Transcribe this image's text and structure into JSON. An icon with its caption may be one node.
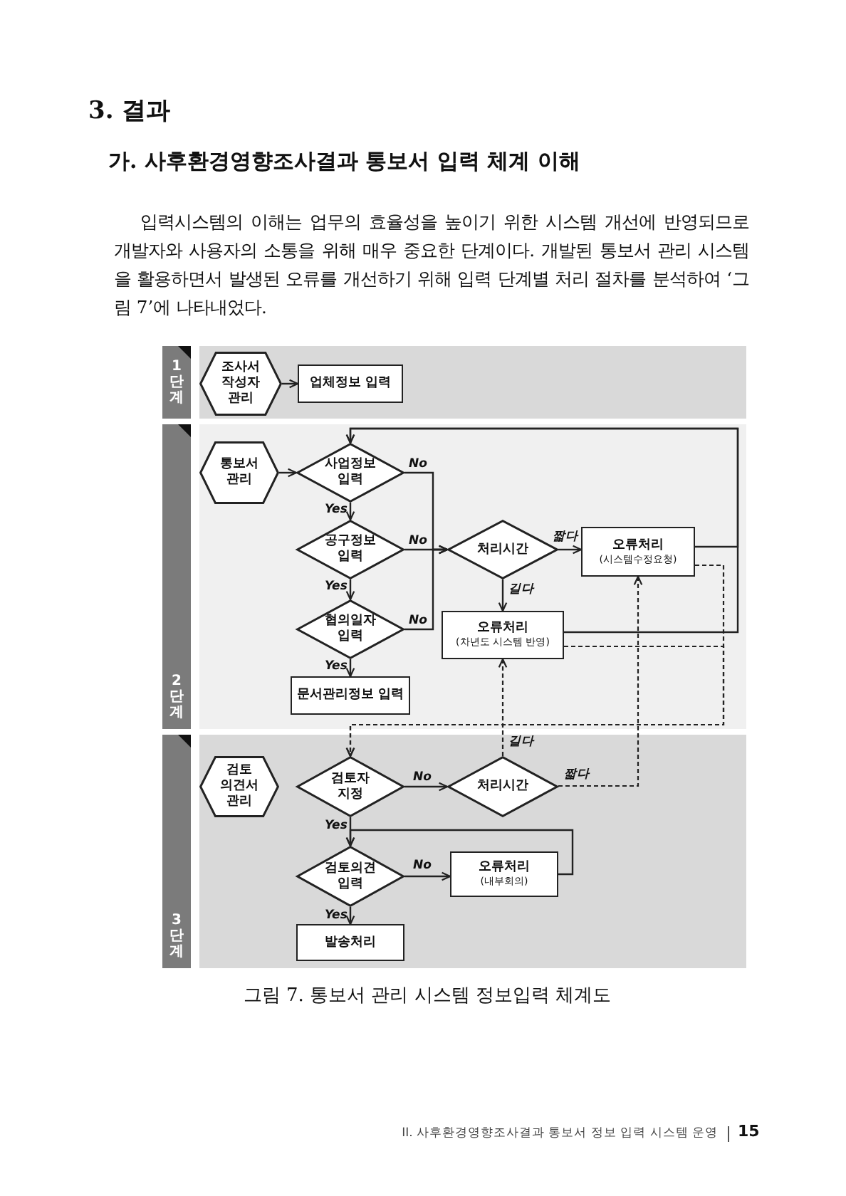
{
  "diagram": {
    "title": "3. 결과",
    "caption": "그림 7. 통보서 관리 시스템 정보입력 체계도",
    "nodes": [
      {
        "text": [
          "1단계"
        ]
      },
      {
        "text": [
          "조사서 작성자 관리"
        ],
        "in": 0
      },
      {
        "text": [
          "업체정보 입력"
        ],
        "in": 0
      },
      {
        "text": [
          "2단계"
        ]
      },
      {
        "text": [
          "통보서 관리"
        ],
        "in": 3
      },
      {
        "text": [
          "사업정보 입력"
        ],
        "in": 3
      },
      {
        "text": [
          "공구정보 입력"
        ],
        "in": 3
      },
      {
        "text": [
          "처리시간"
        ],
        "in": 3
      },
      {
        "text": [
          "오류처리",
          "(시스템수정요청)"
        ],
        "in": 3
      },
      {
        "text": [
          "협의일자 입력"
        ],
        "in": 3
      },
      {
        "text": [
          "오류처리",
          "(차년도 시스템 반영)"
        ],
        "in": 3
      },
      {
        "text": [
          "문서관리정보 입력"
        ],
        "in": 3
      },
      {
        "text": [
          "3단계"
        ]
      },
      {
        "text": [
          "검토 의견서 관리"
        ],
        "in": 12
      },
      {
        "text": [
          "검토자 지정"
        ],
        "in": 12
      },
      {
        "text": [
          "처리시간"
        ],
        "in": 12
      },
      {
        "text": [
          "검토의견 입력"
        ],
        "in": 12
      },
      {
        "text": [
          "오류처리",
          "(내부회의)"
        ],
        "in": 12
      },
      {
        "text": [
          "발송처리"
        ],
        "in": 12
      }
    ],
    "edges": [
      {
        "from": 1,
        "to": 2,
        "arrow": "to"
      },
      {
        "from": 4,
        "to": 5,
        "arrow": "to"
      },
      {
        "from": 5,
        "to": 6,
        "arrow": "to",
        "label": "Yes"
      },
      {
        "from": 6,
        "to": 9,
        "arrow": "to",
        "label": "Yes"
      },
      {
        "from": 9,
        "to": 11,
        "arrow": "to",
        "label": "Yes"
      },
      {
        "from": 5,
        "to": 7,
        "arrow": "to",
        "label": "No"
      },
      {
        "from": 6,
        "to": 7,
        "arrow": "to",
        "label": "No"
      },
      {
        "from": 9,
        "to": 7,
        "arrow": "to",
        "label": "No"
      },
      {
        "from": 7,
        "to": 8,
        "arrow": "to",
        "label": "짧다"
      },
      {
        "from": 7,
        "to": 10,
        "arrow": "to",
        "label": "길다"
      },
      {
        "from": 8,
        "to": 5,
        "arrow": "to"
      },
      {
        "from": 10,
        "to": 5,
        "arrow": "to"
      },
      {
        "from": 15,
        "to": 10,
        "arrow": "to",
        "label": "길다",
        "style": "dashed"
      },
      {
        "from": 15,
        "to": 8,
        "arrow": "to",
        "label": "짧다",
        "style": "dashed"
      },
      {
        "from": 8,
        "to": 14,
        "arrow": "to",
        "style": "dashed"
      },
      {
        "from": 10,
        "to": 14,
        "arrow": "to",
        "style": "dashed"
      },
      {
        "from": 14,
        "to": 15,
        "arrow": "to",
        "label": "No"
      },
      {
        "from": 14,
        "to": 16,
        "arrow": "to",
        "label": "Yes"
      },
      {
        "from": 16,
        "to": 17,
        "arrow": "to",
        "label": "No"
      },
      {
        "from": 17,
        "to": 16,
        "arrow": "to"
      },
      {
        "from": 16,
        "to": 18,
        "arrow": "to",
        "label": "Yes"
      }
    ],
    "labels": [
      "가. 사후환경영향조사결과 통보서 입력 체계 이해",
      "입력시스템의 이해는 업무의 효율성을 높이기 위한 시스템 개선에 반영되므로 개발자와 사용자의 소통을 위해 매우 중요한 단계이다. 개발된 통보서 관리 시스템을 활용하면서 발생된 오류를 개선하기 위해 입력 단계별 처리 절차를 분석하여 ‘그림 7’에 나타내었다.",
      "II. 사후환경영향조사결과 통보서 정보 입력 시스템 운영",
      "15"
    ]
  }
}
